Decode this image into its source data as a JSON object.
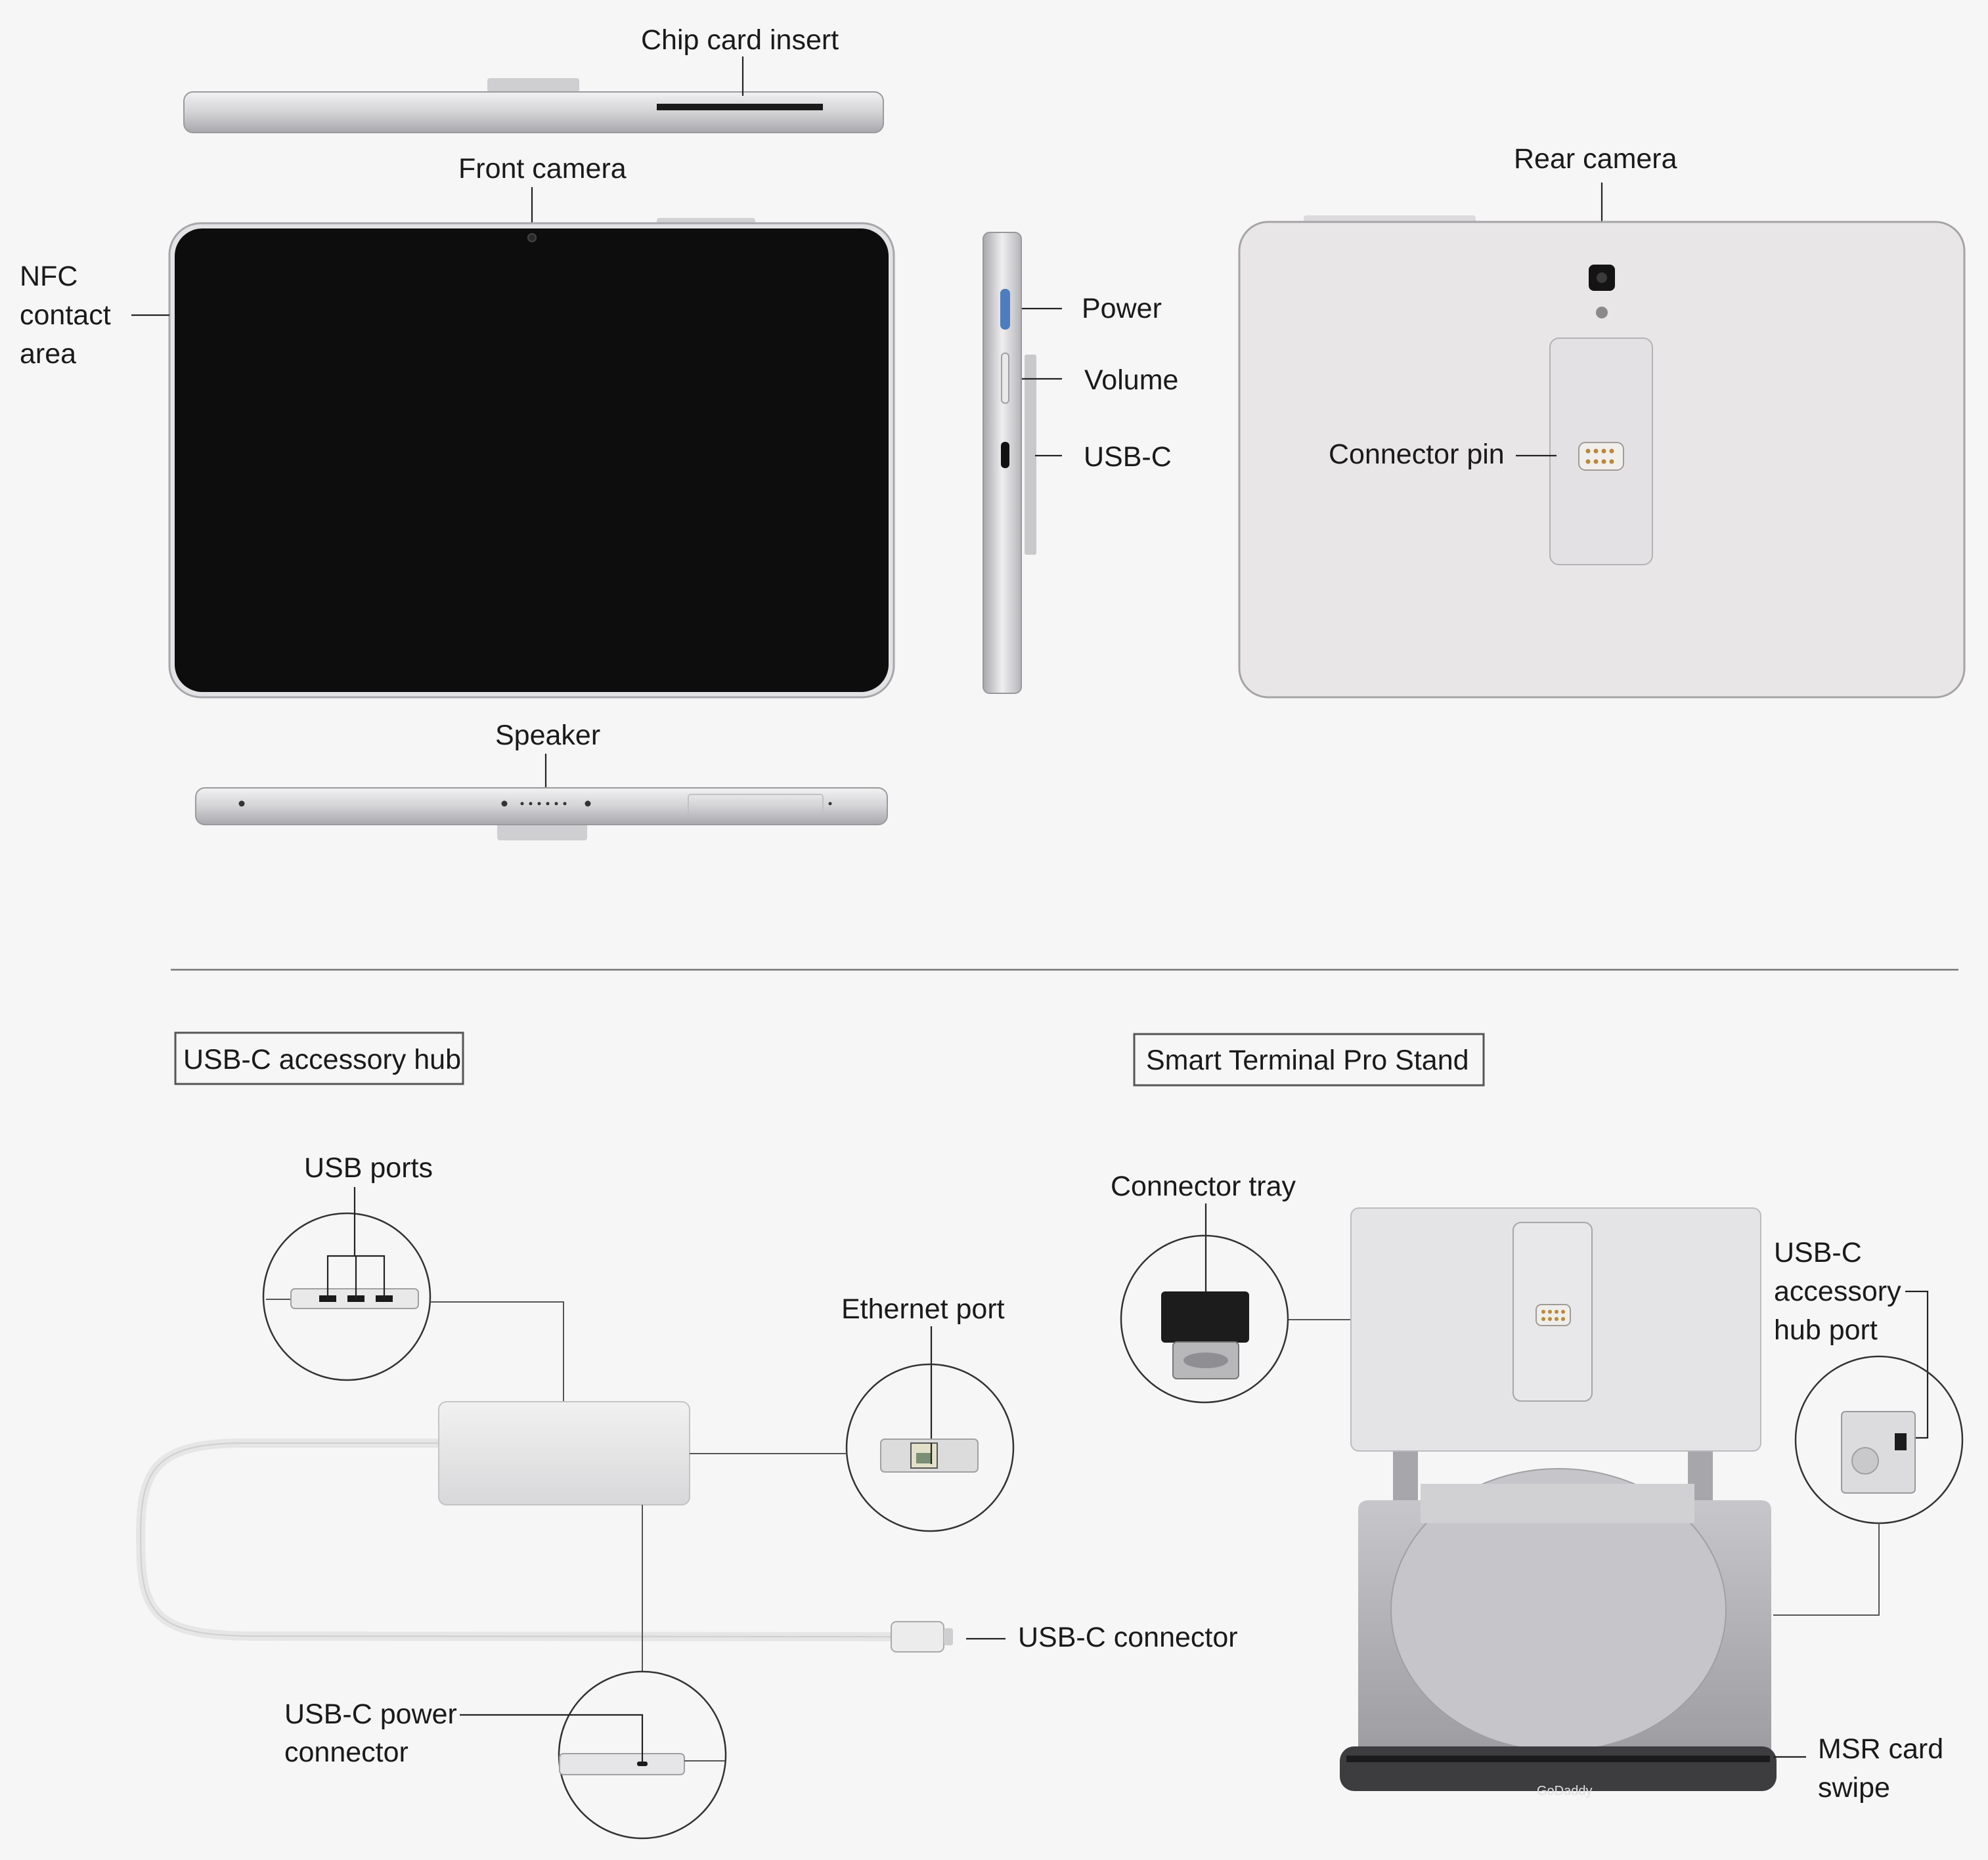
{
  "colors": {
    "background": "#f6f6f6",
    "device_silver": "#d9d9dc",
    "screen": "#0d0d0d",
    "power_button": "#4d7dbf",
    "pin_gold": "#b9893a",
    "text": "#1a1a1a"
  },
  "terminal": {
    "labels": {
      "chip_card_insert": "Chip card insert",
      "front_camera": "Front camera",
      "nfc_line1": "NFC",
      "nfc_line2": "contact",
      "nfc_line3": "area",
      "power": "Power",
      "volume": "Volume",
      "usb_c": "USB-C",
      "rear_camera": "Rear camera",
      "connector_pin": "Connector pin",
      "speaker": "Speaker"
    }
  },
  "hub": {
    "title": "USB-C accessory hub",
    "labels": {
      "usb_ports": "USB ports",
      "ethernet_port": "Ethernet port",
      "usb_c_connector": "USB-C connector",
      "power_line1": "USB-C power",
      "power_line2": "connector"
    }
  },
  "stand": {
    "title": "Smart Terminal Pro Stand",
    "labels": {
      "connector_tray": "Connector tray",
      "hub_port_line1": "USB-C",
      "hub_port_line2": "accessory",
      "hub_port_line3": "hub port",
      "msr_line1": "MSR card",
      "msr_line2": "swipe"
    },
    "brand": "GoDaddy"
  }
}
